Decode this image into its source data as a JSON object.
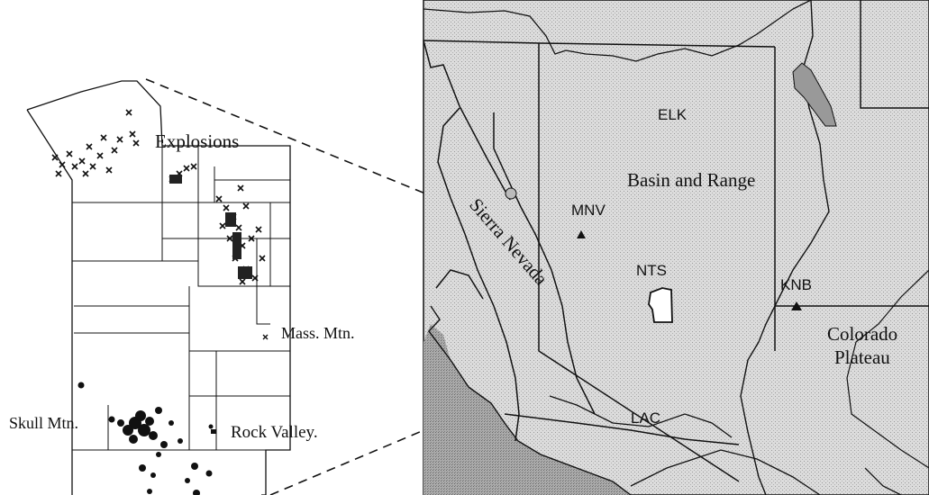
{
  "inset_labels": {
    "explosions": "Explosions",
    "mass_mtn": "Mass. Mtn.",
    "skull_mtn": "Skull Mtn.",
    "rock_valley": "Rock Valley."
  },
  "map_labels": {
    "elk": "ELK",
    "basin_and_range": "Basin and Range",
    "sierra_nevada": "Sierra Nevada",
    "mnv": "MNV",
    "nts": "NTS",
    "knb": "KNB",
    "colorado": "Colorado",
    "plateau": "Plateau",
    "lac": "LAC"
  },
  "stations": [
    "MNV",
    "KNB"
  ],
  "colors": {
    "land": "#d9d9d9",
    "ocean": "#a9a9a9",
    "line": "#111111",
    "inset_bg": "#ffffff"
  },
  "icons": {
    "explosion_marker": "x-cross",
    "earthquake_marker": "filled-dot",
    "station_marker": "filled-triangle"
  }
}
